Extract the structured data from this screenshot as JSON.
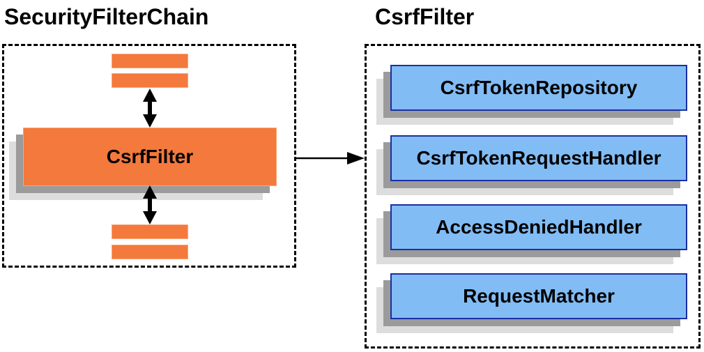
{
  "diagram": {
    "left_panel": {
      "title": "SecurityFilterChain",
      "filter_label": "CsrfFilter",
      "placeholder_bars": 4
    },
    "right_panel": {
      "title": "CsrfFilter",
      "components": [
        "CsrfTokenRepository",
        "CsrfTokenRequestHandler",
        "AccessDeniedHandler",
        "RequestMatcher"
      ]
    },
    "icons": {
      "double_arrow": "↕",
      "arrow_right": "→"
    },
    "colors": {
      "orange_fill": "#F4793C",
      "orange_border": "#F8A878",
      "blue_fill": "#82BCF4",
      "blue_border": "#1A2FA3",
      "shadow_dark": "#9B9B9B",
      "shadow_light": "#DDDDDD",
      "line": "#000000"
    }
  }
}
